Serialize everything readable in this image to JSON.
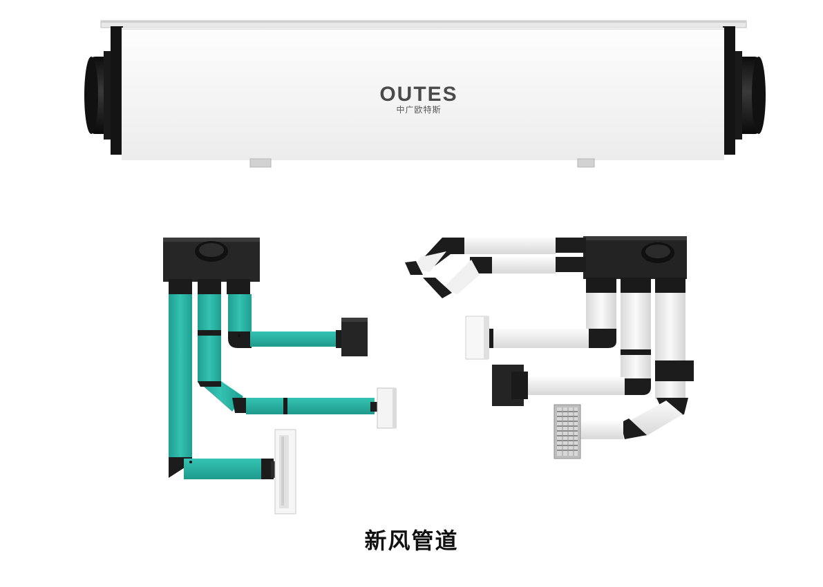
{
  "brand": {
    "name": "OUTES",
    "subtitle": "中广欧特斯"
  },
  "caption": "新风管道",
  "colors": {
    "unit_body": "#f3f3f3",
    "duct_teal": "#2bb5a6",
    "duct_white": "#f1f1f1",
    "fitting_black": "#1c1c1c",
    "brand_text": "#4a4a4a"
  }
}
